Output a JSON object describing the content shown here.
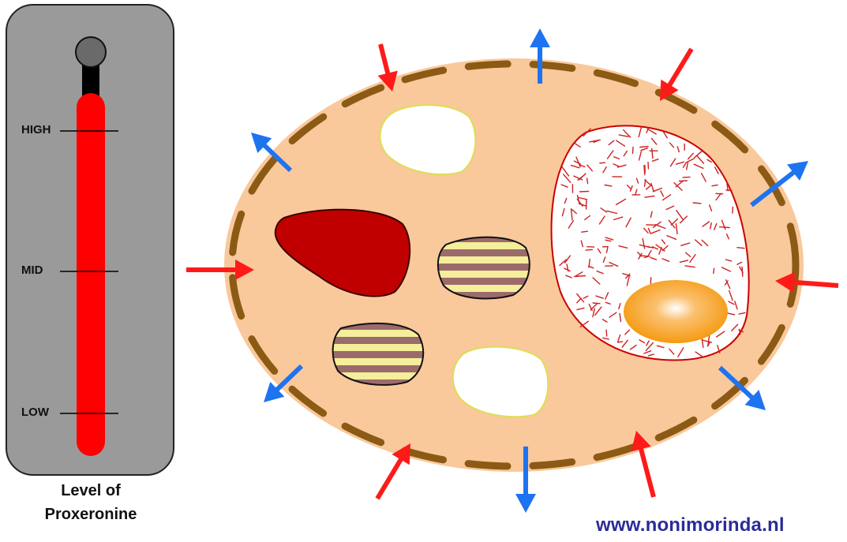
{
  "gauge": {
    "levels": {
      "high": "HIGH",
      "mid": "MID",
      "low": "LOW"
    },
    "caption_line1": "Level of",
    "caption_line2": "Proxeronine",
    "fill_color": "#ff0000"
  },
  "watermark": "www.nonimorinda.nl",
  "colors": {
    "cytoplasm": "#f9c89b",
    "membrane": "#8b5a14",
    "inward_arrow": "#ff1a1a",
    "outward_arrow": "#1e73f0",
    "dark_organelle": "#c00000",
    "nucleolus": "#f59a10",
    "nucleus_fiber": "#cc2222",
    "mito_stripe_dark": "#9b6b6b",
    "mito_stripe_light": "#f5ee9a"
  }
}
